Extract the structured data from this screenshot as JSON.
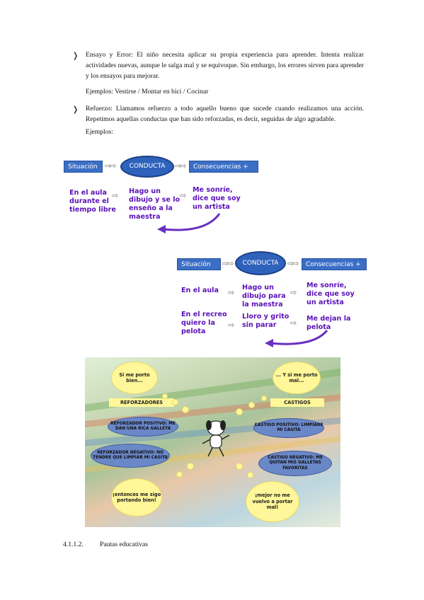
{
  "bullets": [
    {
      "marker": "❭",
      "text": "Ensayo y Error: El niño necesita aplicar su propia experiencia para aprender. Intenta realizar actividades nuevas, aunque le salga mal y se equivoque. Sin embargo, los errores sirven para aprender y los ensayos para mejorar.",
      "example": "Ejemplos: Vestirse / Montar en bici / Cocinar"
    },
    {
      "marker": "❭",
      "text": "Refuerzo: Llamamos refuerzo a todo aquello bueno que sucede cuando realizamos una acción. Repetimos aquellas conductas que han sido reforzadas, es decir, seguidas de algo agradable.",
      "example": "Ejemplos:"
    }
  ],
  "diagram1": {
    "situation": "Situación",
    "conduct": "CONDUCTA",
    "consequences": "Consecuencias +",
    "col1": "En el aula durante el tiempo libre",
    "col2": "Hago un dibujo y se lo enseño a la maestra",
    "col3": "Me sonríe, dice que soy un artista"
  },
  "diagram2": {
    "situation": "Situación",
    "conduct": "CONDUCTA",
    "consequences": "Consecuencias +",
    "row1": [
      "En el aula",
      "Hago un dibujo para la maestra",
      "Me sonríe, dice que soy un artista"
    ],
    "row2": [
      "En el recreo quiero la pelota",
      "Lloro y grito sin parar",
      "Me dejan la pelota"
    ]
  },
  "poster": {
    "cloud_left_top": "Si me porto bien...",
    "cloud_right_top": "... Y si me porto mal...",
    "label_left": "REFORZADORES",
    "label_right": "CASTIGOS",
    "pos_reinforcer": "REFORZADOR POSITIVO: ME DAN UNA RICA GALLETA",
    "neg_reinforcer": "REFORZADOR NEGATIVO: NO TENDRE QUE LIMPIAR MI CASITA",
    "pos_punishment": "CASTIGO POSITIVO: LIMPIARE MI CASITA",
    "neg_punishment": "CASTIGO NEGATIVO: ME QUITAN MIS GALLETAS FAVORITAS",
    "cloud_left_bottom": "¡entonces me sigo portando bien!",
    "cloud_right_bottom": "¡mejor no me vuelvo a portar mal!"
  },
  "section": {
    "number": "4.1.1.2.",
    "title": "Pautas educativas"
  },
  "colors": {
    "bar_blue": "#3b6fc6",
    "hand_purple": "#5a10b8",
    "cloud_yellow": "#fff799"
  }
}
